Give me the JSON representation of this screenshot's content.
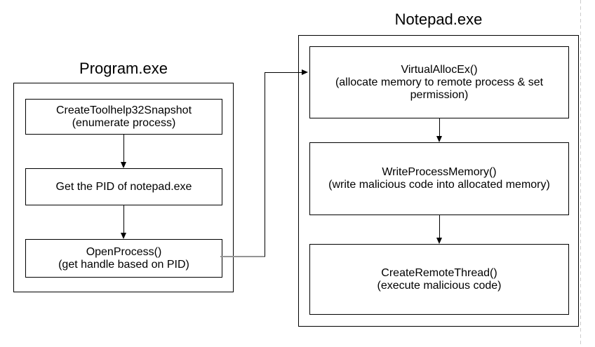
{
  "diagram": {
    "background_color": "#ffffff",
    "line_color": "#000000",
    "connector_stub_color": "#949494",
    "page_guide_color": "#cccccc",
    "groups": {
      "program": {
        "title": "Program.exe",
        "steps": [
          "CreateToolhelp32Snapshot\n(enumerate process)",
          "Get the PID of notepad.exe",
          "OpenProcess()\n(get handle based on PID)"
        ]
      },
      "notepad": {
        "title": "Notepad.exe",
        "steps": [
          "VirtualAllocEx()\n(allocate memory to remote process & set\npermission)",
          "WriteProcessMemory()\n(write malicious code into allocated memory)",
          "CreateRemoteThread()\n(execute malicious code)"
        ]
      }
    }
  }
}
